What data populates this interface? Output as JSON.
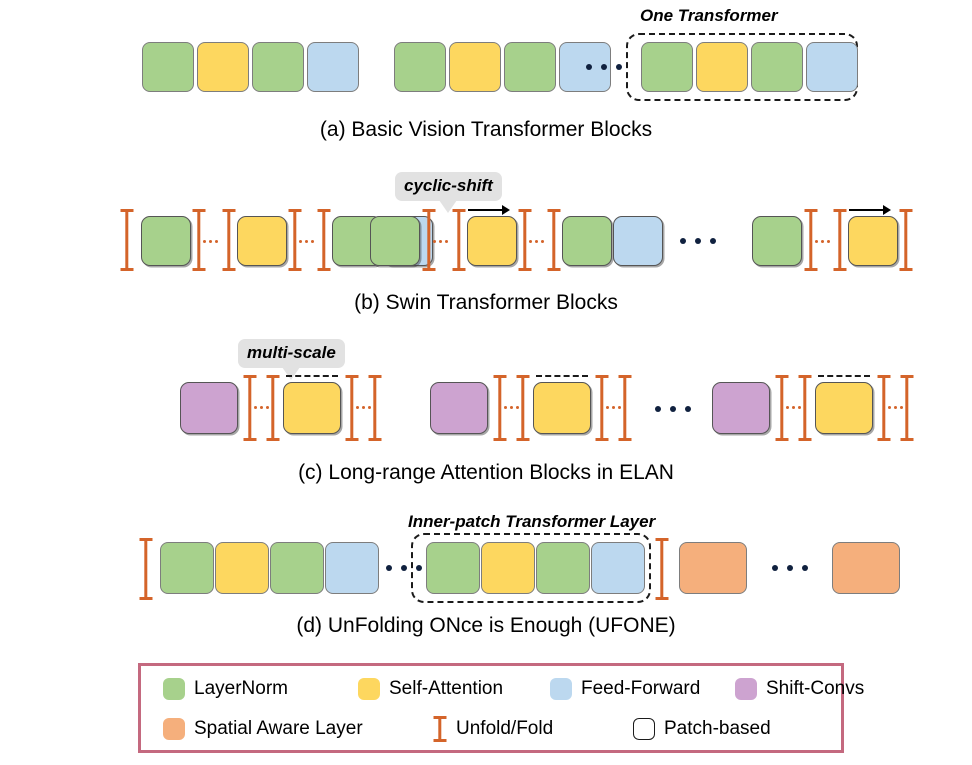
{
  "figure": {
    "rows": [
      {
        "id": "a",
        "caption": "(a) Basic Vision Transformer Blocks",
        "group_title": "One Transformer"
      },
      {
        "id": "b",
        "caption": "(b) Swin Transformer Blocks",
        "callout": "cyclic-shift"
      },
      {
        "id": "c",
        "caption": "(c) Long-range Attention Blocks in ELAN",
        "callout": "multi-scale"
      },
      {
        "id": "d",
        "caption": "(d) UnFolding ONce is Enough (UFONE)",
        "group_title": "Inner-patch Transformer Layer"
      }
    ]
  },
  "legend": {
    "rows": [
      [
        {
          "icon": "green-rounded-square-swatch",
          "label": "LayerNorm",
          "color": "#a7d18c"
        },
        {
          "icon": "yellow-rounded-square-swatch",
          "label": "Self-Attention",
          "color": "#fdd75f"
        },
        {
          "icon": "blue-rounded-square-swatch",
          "label": "Feed-Forward",
          "color": "#bcd8ef"
        },
        {
          "icon": "purple-rounded-square-swatch",
          "label": "Shift-Convs",
          "color": "#cda3d0"
        }
      ],
      [
        {
          "icon": "orange-rounded-square-swatch",
          "label": "Spatial Aware Layer",
          "color": "#f5af7c"
        },
        {
          "icon": "unfold-fold-ibeam-icon",
          "label": "Unfold/Fold",
          "color": "#d4642a"
        },
        {
          "icon": "patch-based-outline-icon",
          "label": "Patch-based",
          "color": "#ffffff"
        }
      ]
    ],
    "border_color": "#c4697f"
  },
  "palette": {
    "layernorm_green": "#a7d18c",
    "self_attention_yellow": "#fdd75f",
    "feed_forward_blue": "#bcd8ef",
    "shift_convs_purple": "#cda3d0",
    "spatial_aware_orange": "#f5af7c",
    "unfold_fold_orange": "#d4642a",
    "callout_gray": "#e2e2e2",
    "legend_border": "#c4697f",
    "dash_black": "#1b1b1b"
  }
}
